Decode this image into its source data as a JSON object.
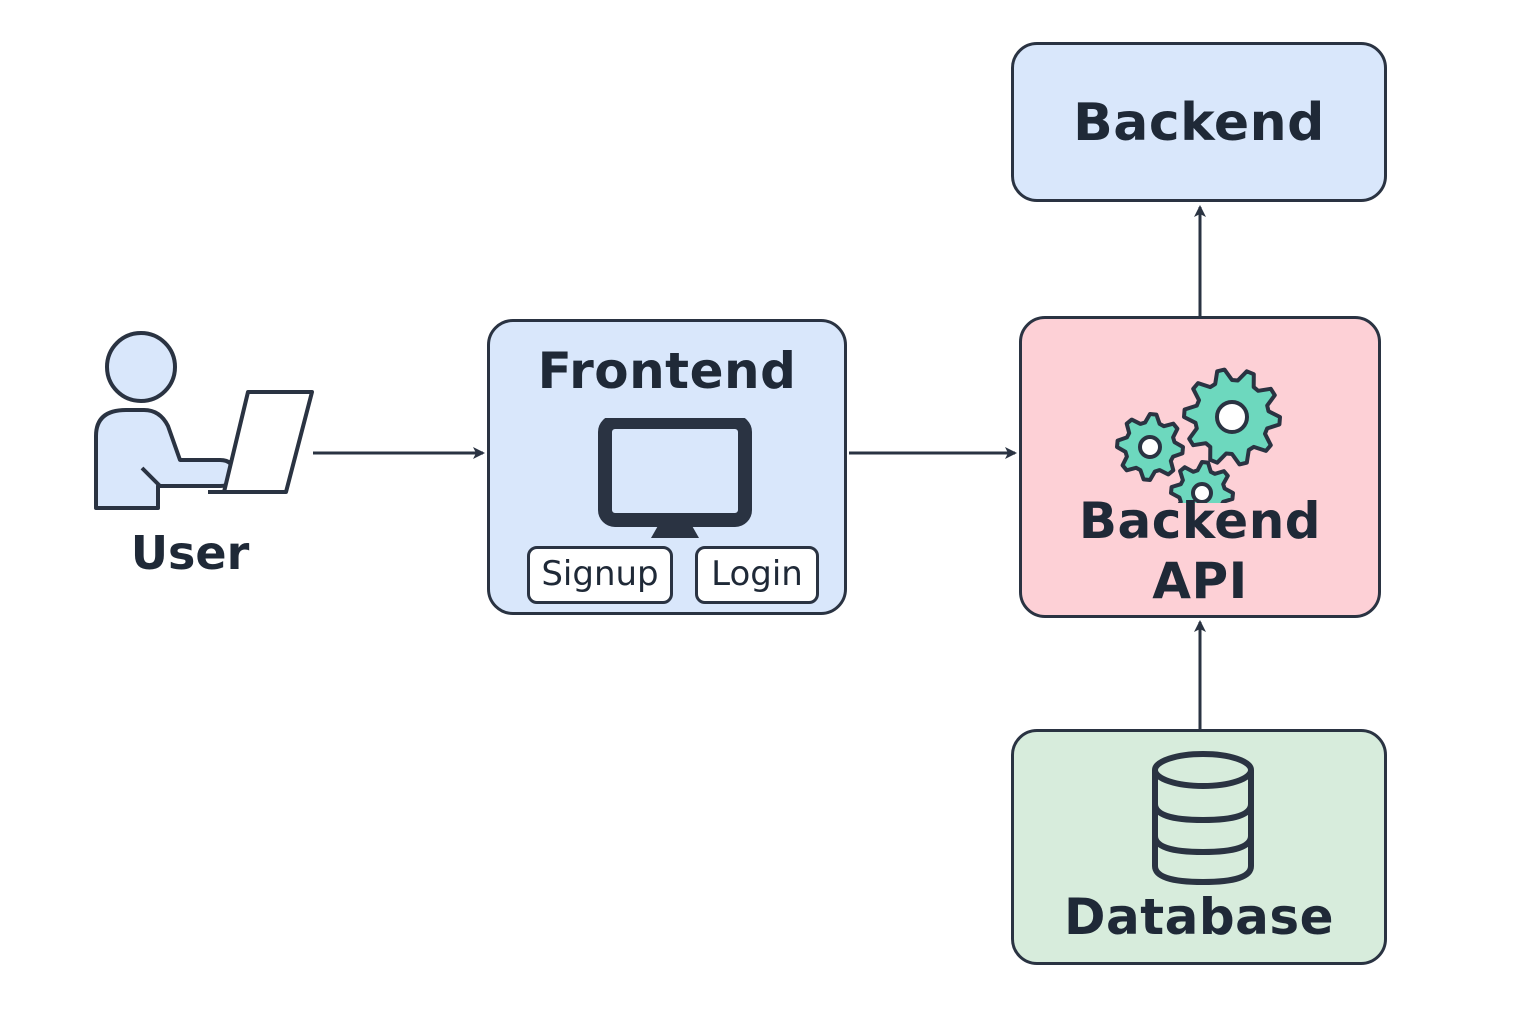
{
  "user": {
    "label": "User"
  },
  "frontend": {
    "title": "Frontend",
    "buttons": {
      "signup": "Signup",
      "login": "Login"
    }
  },
  "backend": {
    "title": "Backend"
  },
  "backend_api": {
    "title_line1": "Backend",
    "title_line2": "API"
  },
  "database": {
    "title": "Database"
  },
  "colors": {
    "frontend_fill": "#d9e7fb",
    "backend_fill": "#d9e7fb",
    "api_fill": "#fdd0d6",
    "database_fill": "#d7ecdc",
    "gear_fill": "#6dd8be",
    "user_fill": "#d9e7fb",
    "stroke": "#2a3342"
  },
  "icons": [
    "user-laptop-icon",
    "monitor-icon",
    "gears-icon",
    "database-icon"
  ]
}
